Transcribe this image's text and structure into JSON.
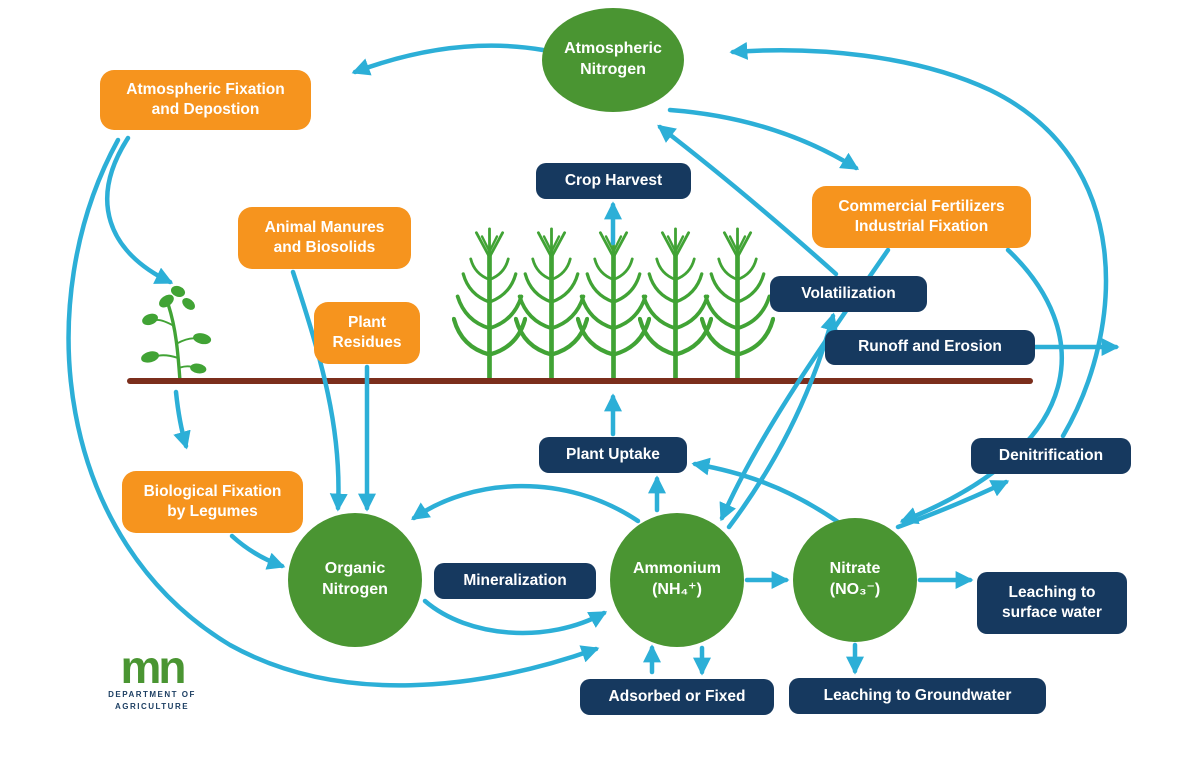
{
  "colors": {
    "node_green": "#4a9532",
    "box_orange": "#F6941E",
    "box_navy": "#16395F",
    "arrow_blue": "#2CAFD7",
    "soil_brown": "#7b2e1c",
    "plant_green": "#41A335"
  },
  "nodes": {
    "atmospheric_nitrogen": "Atmospheric\nNitrogen",
    "atmospheric_fixation": "Atmospheric Fixation\nand Depostion",
    "crop_harvest": "Crop Harvest",
    "animal_manures": "Animal Manures\nand Biosolids",
    "commercial_fertilizers": "Commercial Fertilizers\nIndustrial Fixation",
    "plant_residues": "Plant\nResidues",
    "volatilization": "Volatilization",
    "runoff_erosion": "Runoff and Erosion",
    "plant_uptake": "Plant Uptake",
    "denitrification": "Denitrification",
    "biological_fixation": "Biological Fixation\nby Legumes",
    "organic_nitrogen": "Organic\nNitrogen",
    "mineralization": "Mineralization",
    "ammonium": "Ammonium\n(NH₄⁺)",
    "nitrate": "Nitrate\n(NO₃⁻)",
    "leaching_surface": "Leaching to\nsurface water",
    "adsorbed_fixed": "Adsorbed or Fixed",
    "leaching_groundwater": "Leaching to Groundwater"
  },
  "logo": {
    "mark": "mn",
    "text": "DEPARTMENT OF\nAGRICULTURE"
  },
  "edges": [
    {
      "from": "atmospheric_nitrogen",
      "to": "atmospheric_fixation"
    },
    {
      "from": "atmospheric_fixation",
      "to": "legume_plant"
    },
    {
      "from": "legume_plant",
      "to": "biological_fixation"
    },
    {
      "from": "biological_fixation",
      "to": "organic_nitrogen"
    },
    {
      "from": "animal_manures",
      "to": "organic_nitrogen"
    },
    {
      "from": "plant_residues",
      "to": "organic_nitrogen"
    },
    {
      "from": "atmospheric_fixation",
      "to": "ammonium"
    },
    {
      "from": "organic_nitrogen",
      "to": "ammonium",
      "via": "mineralization"
    },
    {
      "from": "ammonium",
      "to": "organic_nitrogen"
    },
    {
      "from": "ammonium",
      "to": "nitrate"
    },
    {
      "from": "ammonium",
      "to": "plant_uptake"
    },
    {
      "from": "ammonium",
      "to": "adsorbed_fixed"
    },
    {
      "from": "adsorbed_fixed",
      "to": "ammonium"
    },
    {
      "from": "ammonium",
      "to": "volatilization"
    },
    {
      "from": "volatilization",
      "to": "atmospheric_nitrogen"
    },
    {
      "from": "atmospheric_nitrogen",
      "to": "commercial_fertilizers"
    },
    {
      "from": "commercial_fertilizers",
      "to": "ammonium"
    },
    {
      "from": "commercial_fertilizers",
      "to": "nitrate"
    },
    {
      "from": "nitrate",
      "to": "plant_uptake"
    },
    {
      "from": "nitrate",
      "to": "denitrification"
    },
    {
      "from": "denitrification",
      "to": "atmospheric_nitrogen"
    },
    {
      "from": "nitrate",
      "to": "leaching_surface"
    },
    {
      "from": "nitrate",
      "to": "leaching_groundwater"
    },
    {
      "from": "plant_uptake",
      "to": "crops"
    },
    {
      "from": "crops",
      "to": "crop_harvest"
    },
    {
      "from": "soil",
      "to": "runoff_erosion"
    }
  ]
}
